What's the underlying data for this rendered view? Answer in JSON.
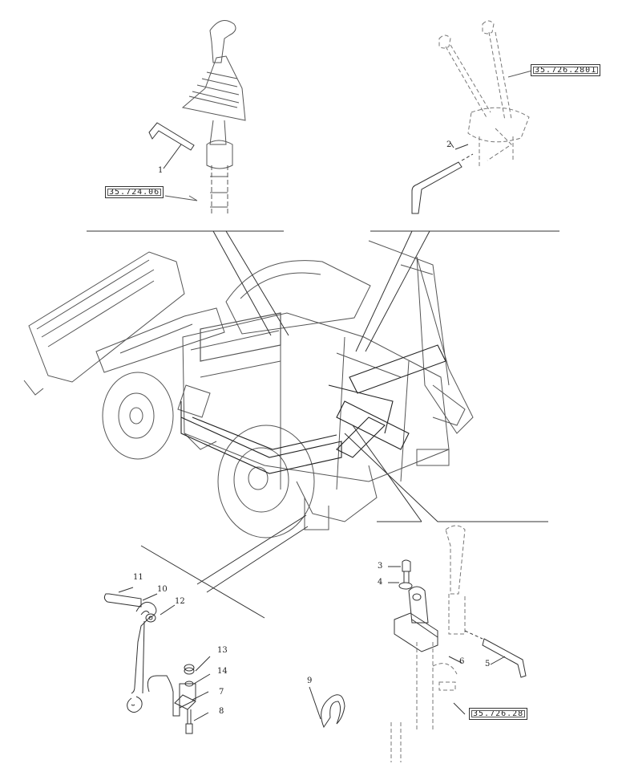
{
  "callouts": {
    "c1": "1",
    "c2": "2",
    "c3": "3",
    "c4": "4",
    "c5": "5",
    "c6": "6",
    "c7": "7",
    "c8": "8",
    "c9": "9",
    "c10": "10",
    "c11": "11",
    "c12": "12",
    "c13": "13",
    "c14": "14"
  },
  "references": {
    "ref_left_top": "35.724.06",
    "ref_right_top": "35.726.2801",
    "ref_bottom_right": "35.726.28"
  },
  "colors": {
    "line": "#333333",
    "light": "#888888",
    "background": "#ffffff"
  }
}
